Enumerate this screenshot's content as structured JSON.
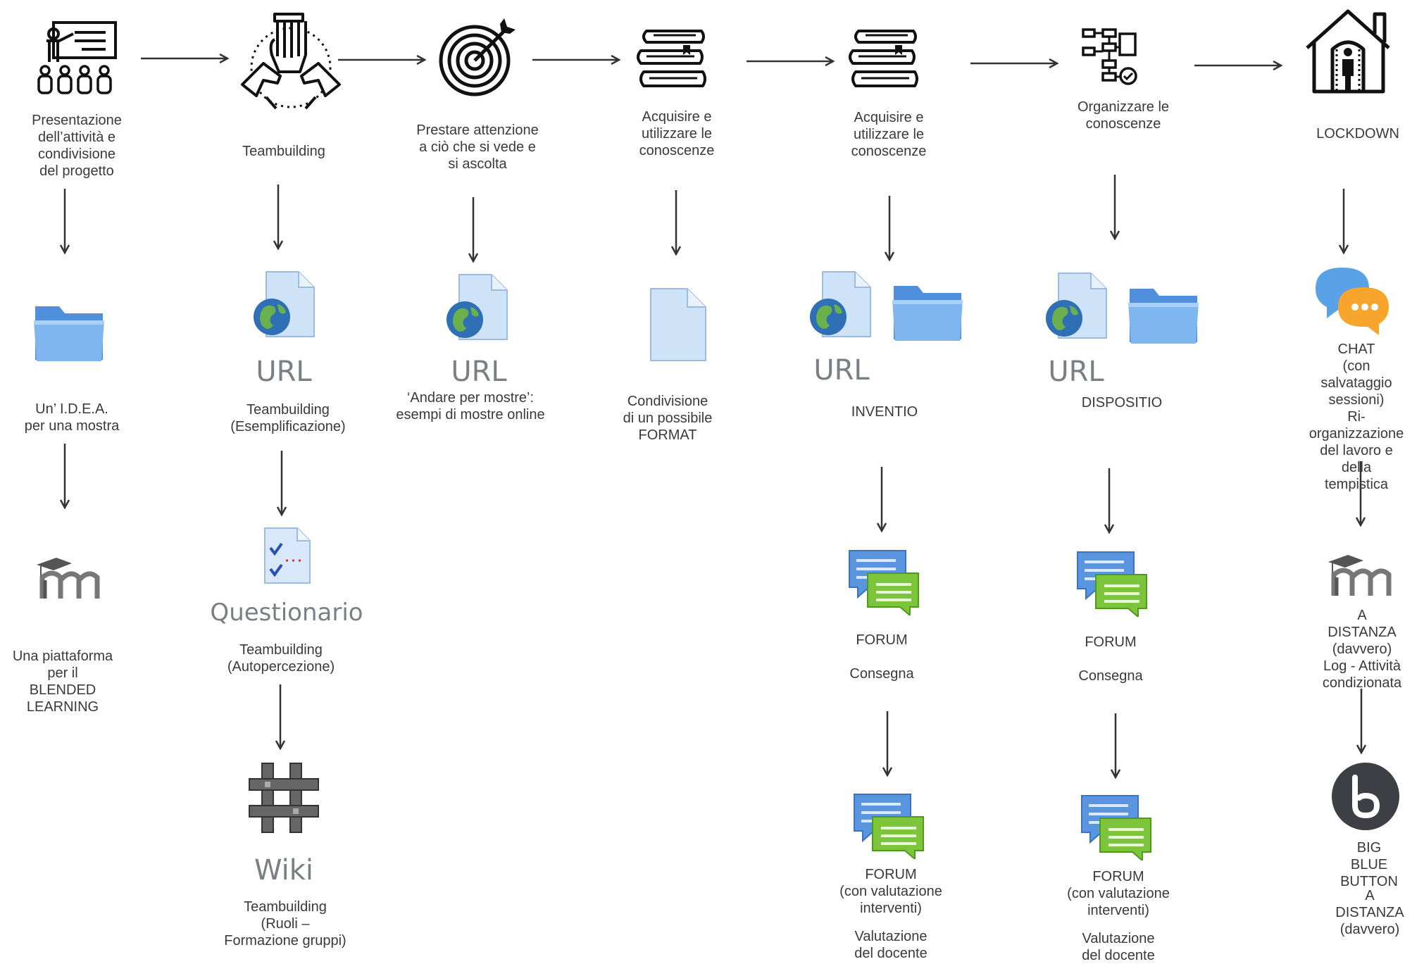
{
  "columns": [
    {
      "title": "Presentazione\ndell’attività e\ncondivisione\ndel progetto",
      "items": [
        "Un’ I.D.E.A.\nper una mostra",
        "Una piattaforma\nper il\nBLENDED\nLEARNING"
      ]
    },
    {
      "title": "Teambuilding",
      "items": [
        {
          "big": "URL",
          "text": "Teambuilding\n(Esemplificazione)"
        },
        {
          "big": "Questionario",
          "text": "Teambuilding\n(Autopercezione)"
        },
        {
          "big": "Wiki",
          "text": "Teambuilding\n(Ruoli –\nFormazione gruppi)"
        }
      ]
    },
    {
      "title": "Prestare attenzione\na ciò che si vede e\nsi ascolta",
      "items": [
        {
          "big": "URL",
          "text": "‘Andare per mostre’:\nesempi di mostre online"
        }
      ]
    },
    {
      "title": "Acquisire e\nutilizzare le\nconoscenze",
      "items": [
        "Condivisione\ndi un possibile\nFORMAT"
      ]
    },
    {
      "title": "Acquisire e\nutilizzare le\nconoscenze",
      "items": [
        {
          "big": "URL",
          "text": "INVENTIO"
        },
        {
          "label": "FORUM",
          "sub": "Consegna"
        },
        {
          "label": "FORUM\n(con valutazione\ninterventi)",
          "sub": "Valutazione\ndel docente"
        }
      ]
    },
    {
      "title": "Organizzare le\nconoscenze",
      "items": [
        {
          "big": "URL",
          "text": "DISPOSITIO"
        },
        {
          "label": "FORUM",
          "sub": "Consegna"
        },
        {
          "label": "FORUM\n(con valutazione\ninterventi)",
          "sub": "Valutazione\ndel docente"
        }
      ]
    },
    {
      "title": "LOCKDOWN",
      "items": [
        "CHAT\n(con salvataggio\nsessioni)\nRi-organizzazione\ndel lavoro e della\ntempistica",
        "A DISTANZA\n(davvero)\nLog - Attività\ncondizionata",
        {
          "label": "BIG BLUE\nBUTTON",
          "sub": "A DISTANZA\n(davvero)"
        }
      ]
    }
  ],
  "icons": [
    "presentation-icon",
    "teamwork-hands-icon",
    "target-icon",
    "books-icon",
    "books-icon",
    "flowchart-icon",
    "home-lockdown-icon",
    "folder-icon",
    "moodle-logo-icon",
    "url-globe-icon",
    "questionnaire-icon",
    "wiki-icon",
    "file-icon",
    "forum-icon",
    "chat-icon",
    "bigbluebutton-icon"
  ],
  "colors": {
    "arrow": "#333333",
    "text": "#3a3a3a",
    "folder": "#5ea0e8",
    "forum_green": "#6cbd2e",
    "forum_blue": "#4a87d8",
    "chat_orange": "#f5a12a"
  }
}
